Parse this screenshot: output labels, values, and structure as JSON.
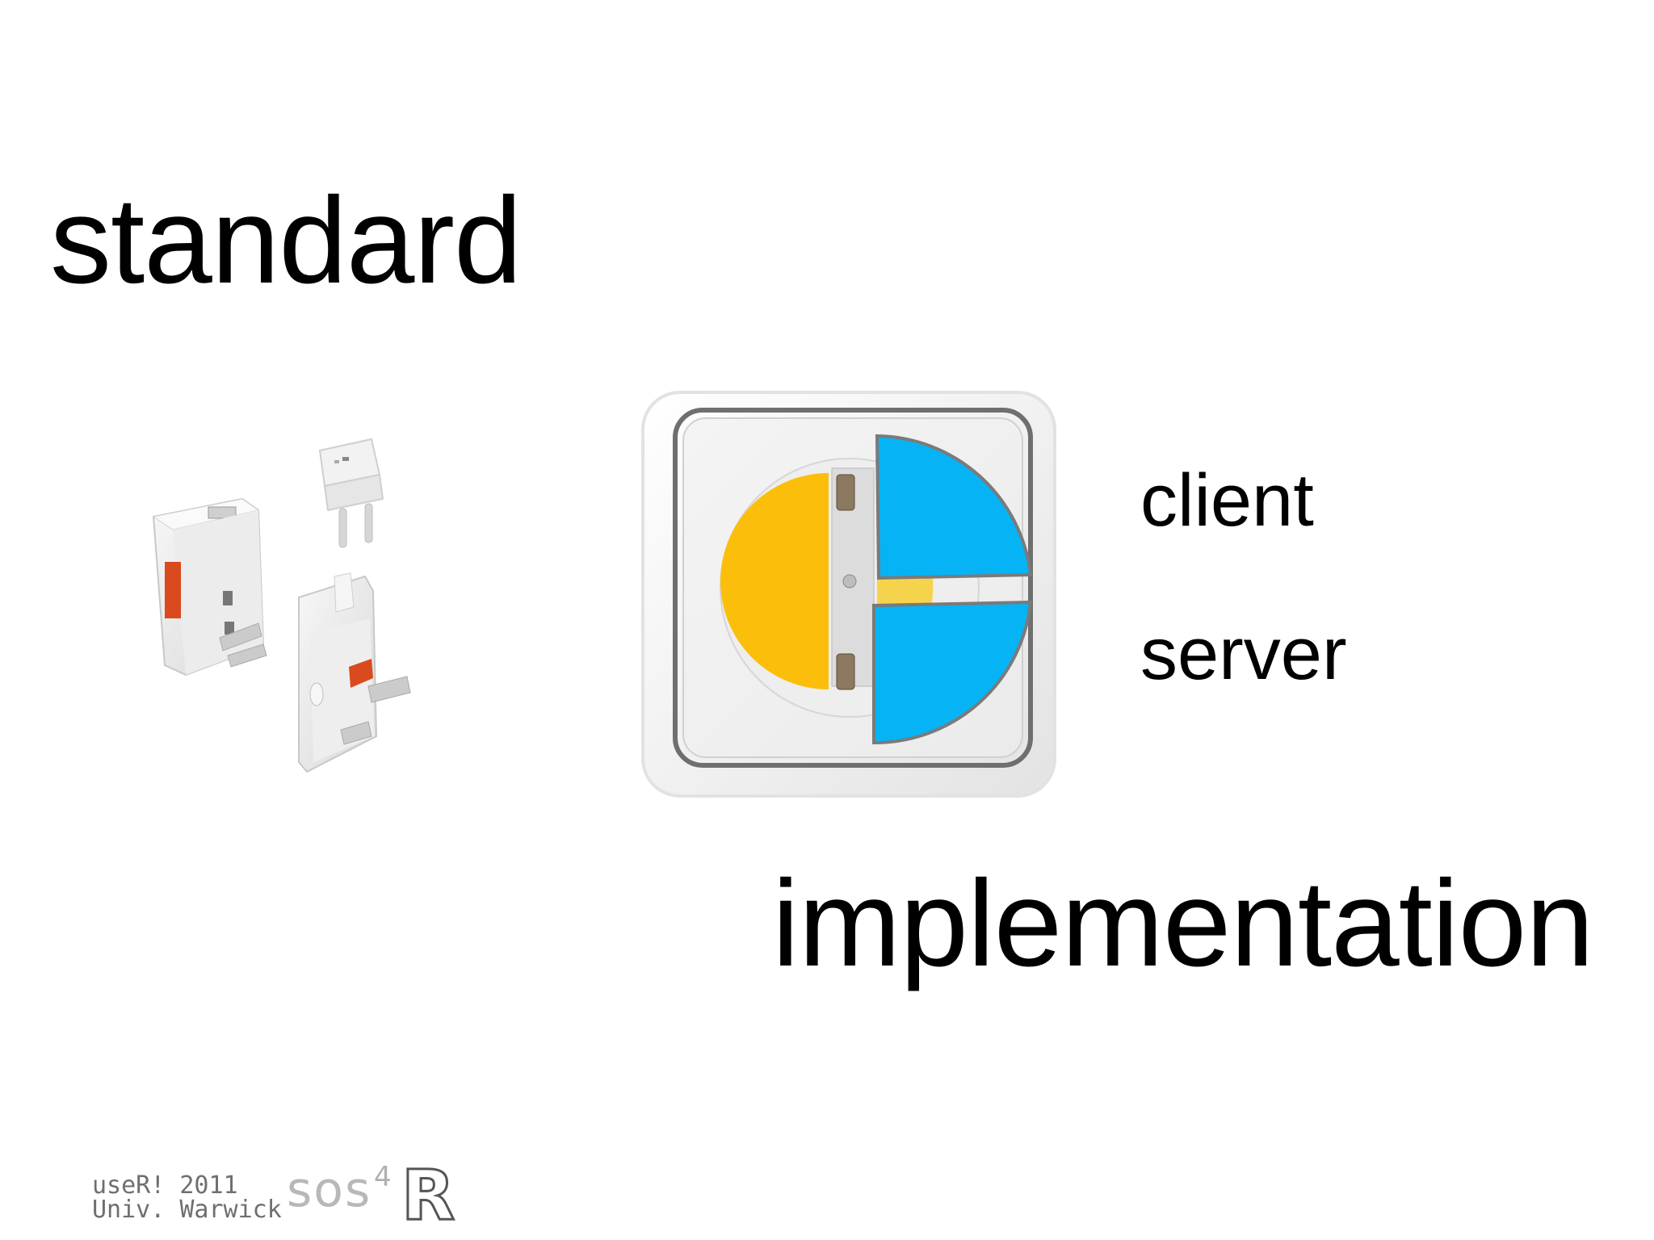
{
  "slide": {
    "title": "standard",
    "subtitle": "implementation",
    "labels": {
      "client": "client",
      "server": "server"
    }
  },
  "footer": {
    "event": "useR! 2011",
    "venue": "Univ. Warwick",
    "logo_text": "sos",
    "logo_superscript": "4",
    "logo_r": "R"
  },
  "images": {
    "adapters": "travel-plug-adapters-image",
    "socket": "wall-socket-with-pie-plug-image"
  },
  "colors": {
    "client_half": "#fbbf0b",
    "server_half": "#06b4f5",
    "text": "#000000",
    "footer": "#6f6f6f"
  }
}
